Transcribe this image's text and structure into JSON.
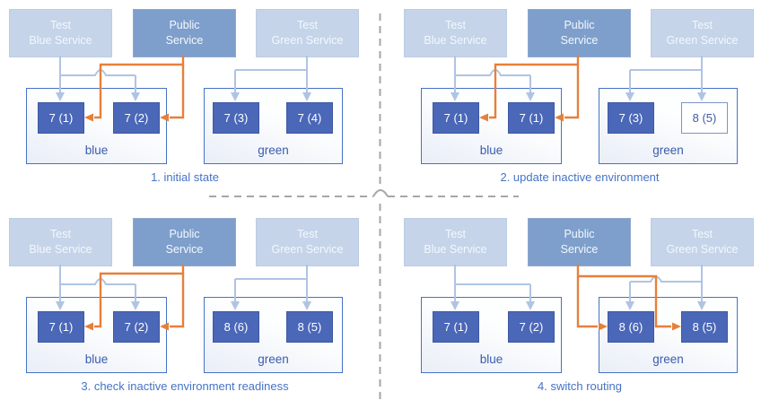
{
  "colors": {
    "service_light": "#c5d4e9",
    "service_public": "#7e9fcb",
    "service_text": "#f4f8fd",
    "pod_fill": "#4a67b8",
    "pod_border": "#3e58a5",
    "pod_outline_border": "#7e93c6",
    "pod_outline_text": "#3d5ca8",
    "env_border": "#4573c5",
    "env_label": "#3a5cad",
    "line_blue": "#afc4e4",
    "orange": "#e5803b",
    "caption": "#4573c5",
    "divider": "#a6a6a6"
  },
  "quadrants": [
    {
      "caption": "1. initial state",
      "public_routes_to": "blue",
      "services": [
        {
          "line1": "Test",
          "line2": "Blue Service"
        },
        {
          "line1": "Public",
          "line2": "Service"
        },
        {
          "line1": "Test",
          "line2": "Green Service"
        }
      ],
      "blue_env": {
        "label": "blue",
        "pods": [
          {
            "label": "7 (1)",
            "filled": true
          },
          {
            "label": "7 (2)",
            "filled": true
          }
        ]
      },
      "green_env": {
        "label": "green",
        "pods": [
          {
            "label": "7 (3)",
            "filled": true
          },
          {
            "label": "7 (4)",
            "filled": true
          }
        ]
      }
    },
    {
      "caption": "2. update inactive environment",
      "public_routes_to": "blue",
      "services": [
        {
          "line1": "Test",
          "line2": "Blue Service"
        },
        {
          "line1": "Public",
          "line2": "Service"
        },
        {
          "line1": "Test",
          "line2": "Green Service"
        }
      ],
      "blue_env": {
        "label": "blue",
        "pods": [
          {
            "label": "7 (1)",
            "filled": true
          },
          {
            "label": "7 (1)",
            "filled": true
          }
        ]
      },
      "green_env": {
        "label": "green",
        "pods": [
          {
            "label": "7 (3)",
            "filled": true
          },
          {
            "label": "8 (5)",
            "filled": false
          }
        ]
      }
    },
    {
      "caption": "3. check inactive environment readiness",
      "public_routes_to": "blue",
      "services": [
        {
          "line1": "Test",
          "line2": "Blue Service"
        },
        {
          "line1": "Public",
          "line2": "Service"
        },
        {
          "line1": "Test",
          "line2": "Green Service"
        }
      ],
      "blue_env": {
        "label": "blue",
        "pods": [
          {
            "label": "7 (1)",
            "filled": true
          },
          {
            "label": "7 (2)",
            "filled": true
          }
        ]
      },
      "green_env": {
        "label": "green",
        "pods": [
          {
            "label": "8 (6)",
            "filled": true
          },
          {
            "label": "8 (5)",
            "filled": true
          }
        ]
      }
    },
    {
      "caption": "4. switch routing",
      "public_routes_to": "green",
      "services": [
        {
          "line1": "Test",
          "line2": "Blue Service"
        },
        {
          "line1": "Public",
          "line2": "Service"
        },
        {
          "line1": "Test",
          "line2": "Green Service"
        }
      ],
      "blue_env": {
        "label": "blue",
        "pods": [
          {
            "label": "7 (1)",
            "filled": true
          },
          {
            "label": "7 (2)",
            "filled": true
          }
        ]
      },
      "green_env": {
        "label": "green",
        "pods": [
          {
            "label": "8 (6)",
            "filled": true
          },
          {
            "label": "8 (5)",
            "filled": true
          }
        ]
      }
    }
  ]
}
